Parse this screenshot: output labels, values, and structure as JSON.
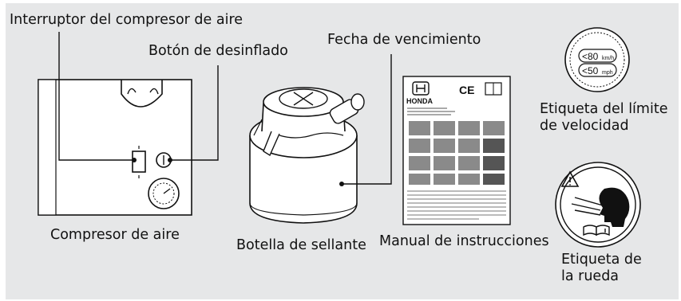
{
  "labels": {
    "air_compressor_switch": "Interruptor del compresor de aire",
    "deflate_button": "Botón de desinflado",
    "expiration_date": "Fecha de vencimiento",
    "speed_limit_label_line1": "Etiqueta del límite",
    "speed_limit_label_line2": "de velocidad",
    "air_compressor": "Compresor de aire",
    "sealant_bottle": "Botella de sellante",
    "instruction_manual": "Manual de instrucciones",
    "wheel_label_line1": "Etiqueta de",
    "wheel_label_line2": "la rueda"
  },
  "speed_sticker": {
    "top_value": "<80",
    "top_unit": "km/h",
    "bottom_value": "<50",
    "bottom_unit": "mph"
  },
  "manual_card": {
    "brand": "HONDA",
    "ce_mark": "CE"
  },
  "colors": {
    "panel_background": "#e6e7e8",
    "line": "#111111"
  }
}
